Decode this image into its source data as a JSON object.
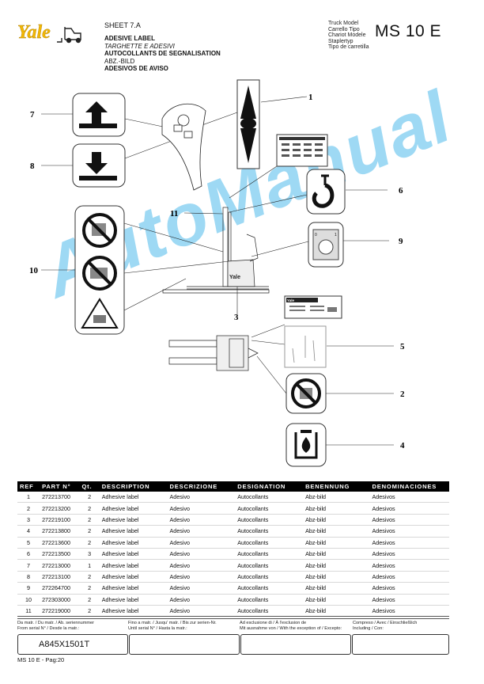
{
  "header": {
    "logo_text": "Yale",
    "sheet": "SHEET 7.A",
    "titles": [
      {
        "text": "ADESIVE LABEL",
        "style": "b"
      },
      {
        "text": "TARGHETTE E ADESIVI",
        "style": "i"
      },
      {
        "text": "AUTOCOLLANTS DE SEGNALISATION",
        "style": "b"
      },
      {
        "text": "ABZ.-BILD",
        "style": ""
      },
      {
        "text": "ADESIVOS DE AVISO",
        "style": "b"
      }
    ],
    "truck_model_labels": [
      "Truck Model",
      "Carrello Tipo",
      "Chariot Modele",
      "Staplertyp",
      "Tipo de carretilla"
    ],
    "model": "MS 10 E"
  },
  "callouts": [
    "1",
    "2",
    "3",
    "4",
    "5",
    "6",
    "7",
    "8",
    "9",
    "10",
    "11"
  ],
  "watermark": "AutoManual",
  "table": {
    "headers": [
      "REF",
      "PART N°",
      "Qt.",
      "DESCRIPTION",
      "DESCRIZIONE",
      "DESIGNATION",
      "BENENNUNG",
      "DENOMINACIONES"
    ],
    "rows": [
      [
        "1",
        "272213700",
        "2",
        "Adhesive label",
        "Adesivo",
        "Autocollants",
        "Abz-bild",
        "Adesivos"
      ],
      [
        "2",
        "272213200",
        "2",
        "Adhesive label",
        "Adesivo",
        "Autocollants",
        "Abz-bild",
        "Adesivos"
      ],
      [
        "3",
        "272219100",
        "2",
        "Adhesive label",
        "Adesivo",
        "Autocollants",
        "Abz-bild",
        "Adesivos"
      ],
      [
        "4",
        "272213800",
        "2",
        "Adhesive label",
        "Adesivo",
        "Autocollants",
        "Abz-bild",
        "Adesivos"
      ],
      [
        "5",
        "272213600",
        "2",
        "Adhesive label",
        "Adesivo",
        "Autocollants",
        "Abz-bild",
        "Adesivos"
      ],
      [
        "6",
        "272213500",
        "3",
        "Adhesive label",
        "Adesivo",
        "Autocollants",
        "Abz-bild",
        "Adesivos"
      ],
      [
        "7",
        "272213000",
        "1",
        "Adhesive label",
        "Adesivo",
        "Autocollants",
        "Abz-bild",
        "Adesivos"
      ],
      [
        "8",
        "272213100",
        "2",
        "Adhesive label",
        "Adesivo",
        "Autocollants",
        "Abz-bild",
        "Adesivos"
      ],
      [
        "9",
        "272264700",
        "2",
        "Adhesive label",
        "Adesivo",
        "Autocollants",
        "Abz-bild",
        "Adesivos"
      ],
      [
        "10",
        "272303000",
        "2",
        "Adhesive label",
        "Adesivo",
        "Autocollants",
        "Abz-bild",
        "Adesivos"
      ],
      [
        "11",
        "272219000",
        "2",
        "Adhesive label",
        "Adesivo",
        "Autocollants",
        "Abz-bild",
        "Adesivos"
      ]
    ]
  },
  "footer": {
    "from_serial": [
      "Da matr. / Du matr. / Ab. seriennummer",
      "From serial N° / Desde la matr.:"
    ],
    "until_serial": [
      "Fino a matr. / Jusqu' matr. / Bis zur serien-Nr.",
      "Until serial N° / Hasta la matr.:"
    ],
    "exclusion": [
      "Ad esclusione di / À l'exclusion de",
      "Mit ausnahme von / With the exception of / Excepto:"
    ],
    "including": [
      "Compreso / Avec / Einschließlich",
      "Including / Con:"
    ],
    "serial_value": "A845X1501T",
    "page_label": "MS 10 E  - Pag:20"
  }
}
